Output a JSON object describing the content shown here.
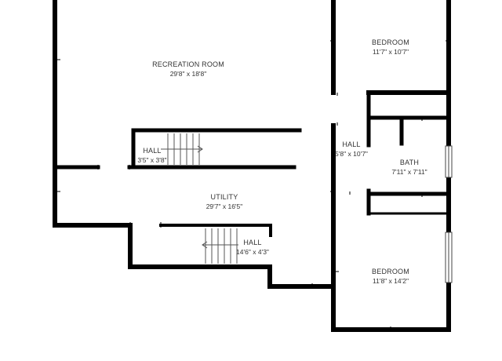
{
  "colors": {
    "wall": "#000000",
    "background": "#ffffff",
    "label": "#333333",
    "stair": "#555555"
  },
  "rooms": [
    {
      "name": "RECREATION ROOM",
      "dims": "29'8\" x 18'8\""
    },
    {
      "name": "BEDROOM",
      "dims": "11'7\" x 10'7\""
    },
    {
      "name": "HALL",
      "dims": "5'8\" x 10'7\""
    },
    {
      "name": "BATH",
      "dims": "7'11\" x 7'11\""
    },
    {
      "name": "HALL",
      "dims": "3'5\" x 3'8\""
    },
    {
      "name": "UTILITY",
      "dims": "29'7\" x 16'5\""
    },
    {
      "name": "HALL",
      "dims": "14'6\" x 4'3\""
    },
    {
      "name": "BEDROOM",
      "dims": "11'8\" x 14'2\""
    }
  ]
}
